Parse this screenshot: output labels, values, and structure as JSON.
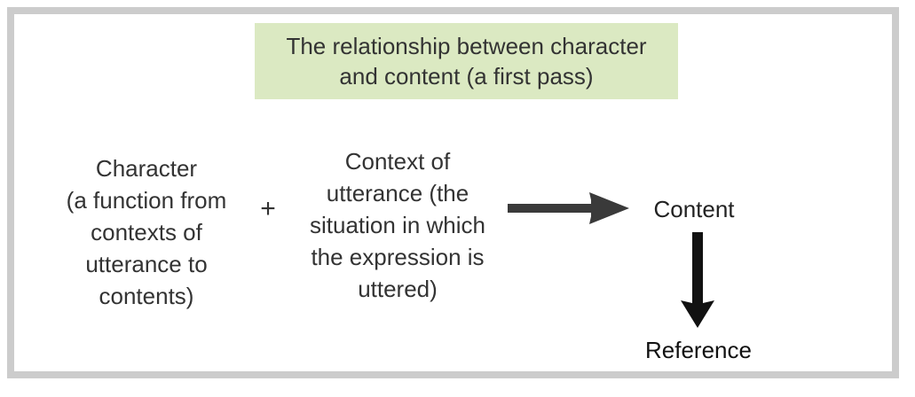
{
  "figure": {
    "title": "The relationship between character\nand content (a first pass)",
    "title_bg_color": "#dbe9c2",
    "frame_color": "#cccccc",
    "text_color": "#333333",
    "arrow_color": "#3a3a3a"
  },
  "nodes": {
    "character": {
      "label": "Character\n(a function from\ncontexts of\nutterance to\ncontents)"
    },
    "context": {
      "label": "Context of\nutterance (the\nsituation in which\nthe expression is\nuttered)"
    },
    "content": {
      "label": "Content"
    },
    "reference": {
      "label": "Reference"
    }
  },
  "operators": {
    "plus": "+"
  },
  "connectors": [
    {
      "name": "character-plus-context-to-content",
      "direction": "right",
      "from": "context",
      "to": "content"
    },
    {
      "name": "content-to-reference",
      "direction": "down",
      "from": "content",
      "to": "reference"
    }
  ]
}
